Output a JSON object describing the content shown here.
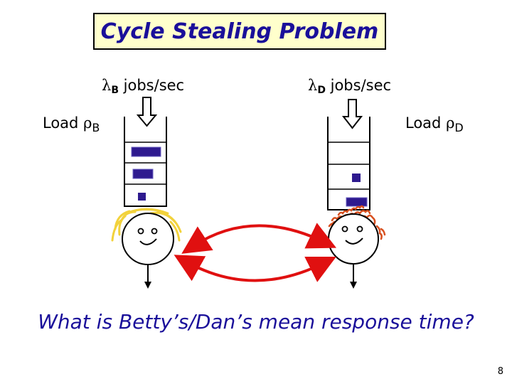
{
  "slide": {
    "title": "Cycle Stealing Problem",
    "question": "What is Betty’s/Dan’s mean response time?",
    "page_number": "8"
  },
  "betty": {
    "arrival_symbol": "λ",
    "arrival_sub": "B",
    "arrival_unit": " jobs/sec",
    "load_prefix": "Load ",
    "load_symbol": "ρ",
    "load_sub": "B"
  },
  "dan": {
    "arrival_symbol": "λ",
    "arrival_sub": "D",
    "arrival_unit": " jobs/sec",
    "load_prefix": "Load ",
    "load_symbol": "ρ",
    "load_sub": "D"
  },
  "colors": {
    "title_text": "#1a0f9a",
    "title_bg": "#ffffcc",
    "job": "#2e1a8f",
    "betty_hair": "#f2d23c",
    "dan_hair": "#d8501f",
    "steal_arrow": "#e01010"
  }
}
